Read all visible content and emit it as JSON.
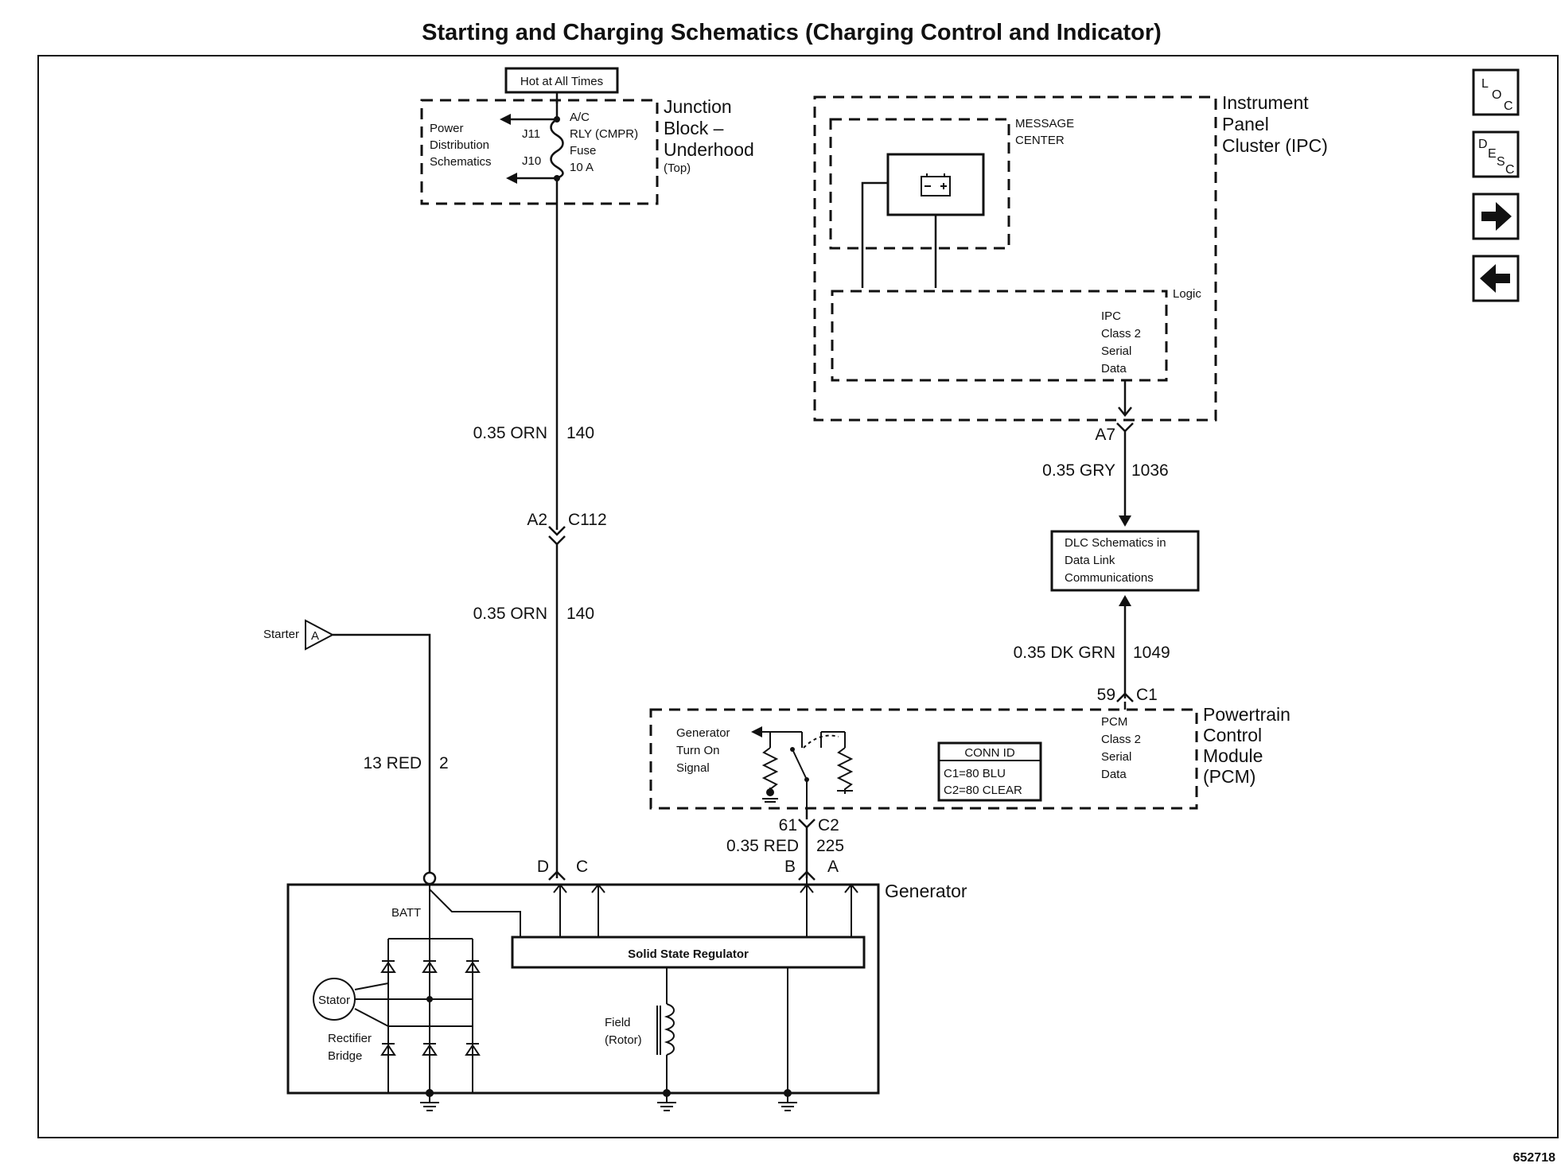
{
  "title": "Starting and Charging Schematics (Charging Control and Indicator)",
  "figure_number": "652718",
  "nav": {
    "loc": {
      "a": "L",
      "b": "O",
      "c": "C"
    },
    "desc": {
      "a": "D",
      "b": "E",
      "c": "S",
      "d": "C"
    }
  },
  "junction_block": {
    "name": "Junction Block – Underhood",
    "name_l1": "Junction",
    "name_l2": "Block –",
    "name_l3": "Underhood",
    "view": "(Top)",
    "hot_label": "Hot at All Times",
    "pd_l1": "Power",
    "pd_l2": "Distribution",
    "pd_l3": "Schematics",
    "terminals": [
      "J11",
      "J10"
    ],
    "fuse_l1": "A/C",
    "fuse_l2": "RLY (CMPR)",
    "fuse_l3": "Fuse",
    "fuse_l4": "10 A"
  },
  "ipc": {
    "name_l1": "Instrument",
    "name_l2": "Panel",
    "name_l3": "Cluster (IPC)",
    "message_center_l1": "MESSAGE",
    "message_center_l2": "CENTER",
    "logic_label": "Logic",
    "serial_l1": "IPC",
    "serial_l2": "Class 2",
    "serial_l3": "Serial",
    "serial_l4": "Data"
  },
  "dlc": {
    "l1": "DLC Schematics in",
    "l2": "Data Link",
    "l3": "Communications"
  },
  "pcm": {
    "name_l1": "Powertrain",
    "name_l2": "Control",
    "name_l3": "Module",
    "name_l4": "(PCM)",
    "gen_l1": "Generator",
    "gen_l2": "Turn On",
    "gen_l3": "Signal",
    "conn_id_title": "CONN ID",
    "conn_id_c1": "C1=80 BLU",
    "conn_id_c2": "C2=80 CLEAR",
    "serial_l1": "PCM",
    "serial_l2": "Class 2",
    "serial_l3": "Serial",
    "serial_l4": "Data"
  },
  "circuits": {
    "orn_upper": {
      "wire": "0.35 ORN",
      "number": "140"
    },
    "orn_lower": {
      "wire": "0.35 ORN",
      "number": "140"
    },
    "c112": {
      "pin": "A2",
      "connector": "C112"
    },
    "gry": {
      "pin": "A7",
      "wire": "0.35 GRY",
      "number": "1036"
    },
    "dkgrn": {
      "pin": "59",
      "connector": "C1",
      "wire": "0.35 DK GRN",
      "number": "1049"
    },
    "red_small": {
      "pin": "61",
      "connector": "C2",
      "wire": "0.35 RED",
      "number": "225"
    },
    "red_batt": {
      "wire": "13 RED",
      "number": "2"
    },
    "starter": {
      "label": "Starter",
      "flag": "A"
    }
  },
  "generator": {
    "name": "Generator",
    "terminals": {
      "d": "D",
      "c": "C",
      "b": "B",
      "a": "A"
    },
    "batt": "BATT",
    "regulator": "Solid State Regulator",
    "stator": "Stator",
    "rectifier_l1": "Rectifier",
    "rectifier_l2": "Bridge",
    "field_l1": "Field",
    "field_l2": "(Rotor)"
  },
  "icons": [
    "battery-indicator-icon",
    "ground-icon",
    "fuse-icon",
    "diode-icon",
    "relay-switch-icon",
    "arrow-right-icon",
    "arrow-left-icon"
  ]
}
